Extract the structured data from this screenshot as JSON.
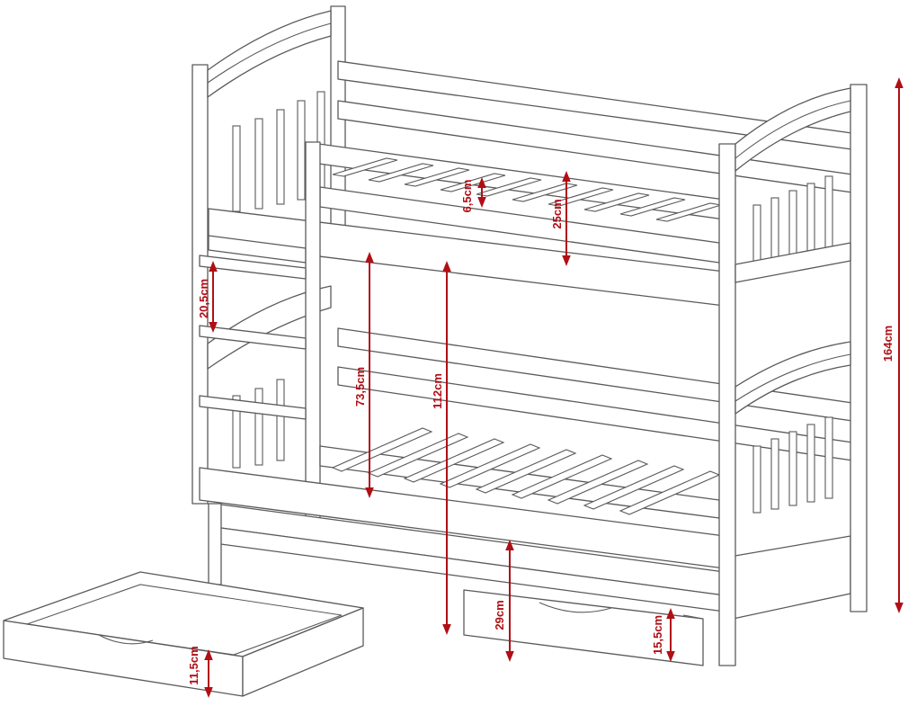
{
  "diagram": {
    "colors": {
      "line": "#5a5a5a",
      "dimension": "#b00f16",
      "background": "#ffffff"
    },
    "dimensions": {
      "overall_height": "164cm",
      "underbed_clearance": "112cm",
      "lower_clearance": "73,5cm",
      "rail_height": "25cm",
      "slat_gap": "6,5cm",
      "ladder_step": "20,5cm",
      "trundle_height": "29cm",
      "drawer_inner": "15,5cm",
      "drawer_outer": "11,5cm"
    }
  }
}
